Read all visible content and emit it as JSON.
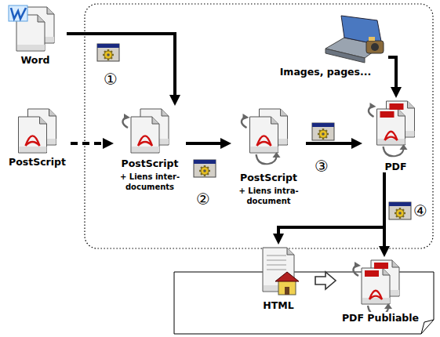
{
  "diagram": {
    "nodes": [
      {
        "text": [
          "Word"
        ]
      },
      {
        "text": [
          "PostScript"
        ]
      },
      {
        "text": [
          "PostScript",
          "+ Liens inter-documents"
        ]
      },
      {
        "text": [
          "PostScript",
          "+ Liens intra-document"
        ]
      },
      {
        "text": [
          "Images, pages..."
        ]
      },
      {
        "text": [
          "PDF"
        ]
      },
      {
        "text": [
          "HTML"
        ]
      },
      {
        "text": [
          "PDF Publiable"
        ]
      }
    ],
    "edges": [
      {
        "from": 0,
        "to": 2,
        "arrow": "to"
      },
      {
        "from": 1,
        "to": 2,
        "arrow": "to"
      },
      {
        "from": 2,
        "to": 3,
        "arrow": "to"
      },
      {
        "from": 3,
        "to": 5,
        "arrow": "to"
      },
      {
        "from": 4,
        "to": 5,
        "arrow": "to"
      },
      {
        "from": 5,
        "to": 6,
        "arrow": "to"
      },
      {
        "from": 5,
        "to": 7,
        "arrow": "to"
      },
      {
        "from": 6,
        "to": 7,
        "arrow": "to"
      }
    ],
    "labels": [
      "①",
      "②",
      "③",
      "④"
    ]
  }
}
